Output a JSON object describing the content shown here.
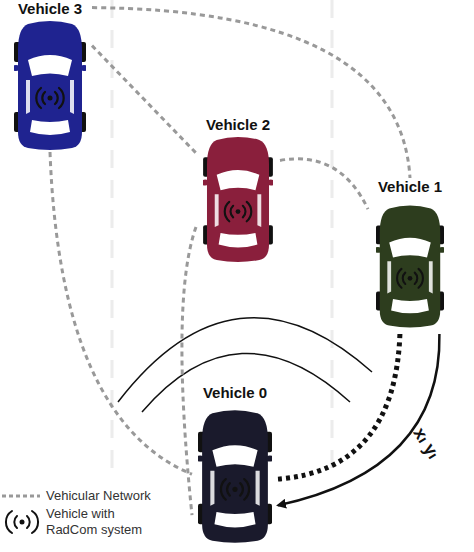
{
  "diagram": {
    "nodes": [
      {
        "text": [
          "Vehicle 3"
        ]
      },
      {
        "text": [
          "Vehicle 2"
        ]
      },
      {
        "text": [
          "Vehicle 1"
        ]
      },
      {
        "text": [
          "Vehicle 0"
        ]
      }
    ],
    "edges": [
      {
        "from": 0,
        "to": 2,
        "arrow": "none"
      },
      {
        "from": 0,
        "to": 1,
        "arrow": "none"
      },
      {
        "from": 1,
        "to": 2,
        "arrow": "none"
      },
      {
        "from": 0,
        "to": 3,
        "arrow": "none"
      },
      {
        "from": 1,
        "to": 3,
        "arrow": "none"
      },
      {
        "from": 2,
        "to": 3,
        "arrow": "none"
      },
      {
        "from": 2,
        "to": 3,
        "label": "xₗ yₗ",
        "arrow": "to"
      }
    ],
    "legend": [
      {
        "text": "Vehicular Network"
      },
      {
        "text": "Vehicle with RadCom system"
      }
    ]
  }
}
